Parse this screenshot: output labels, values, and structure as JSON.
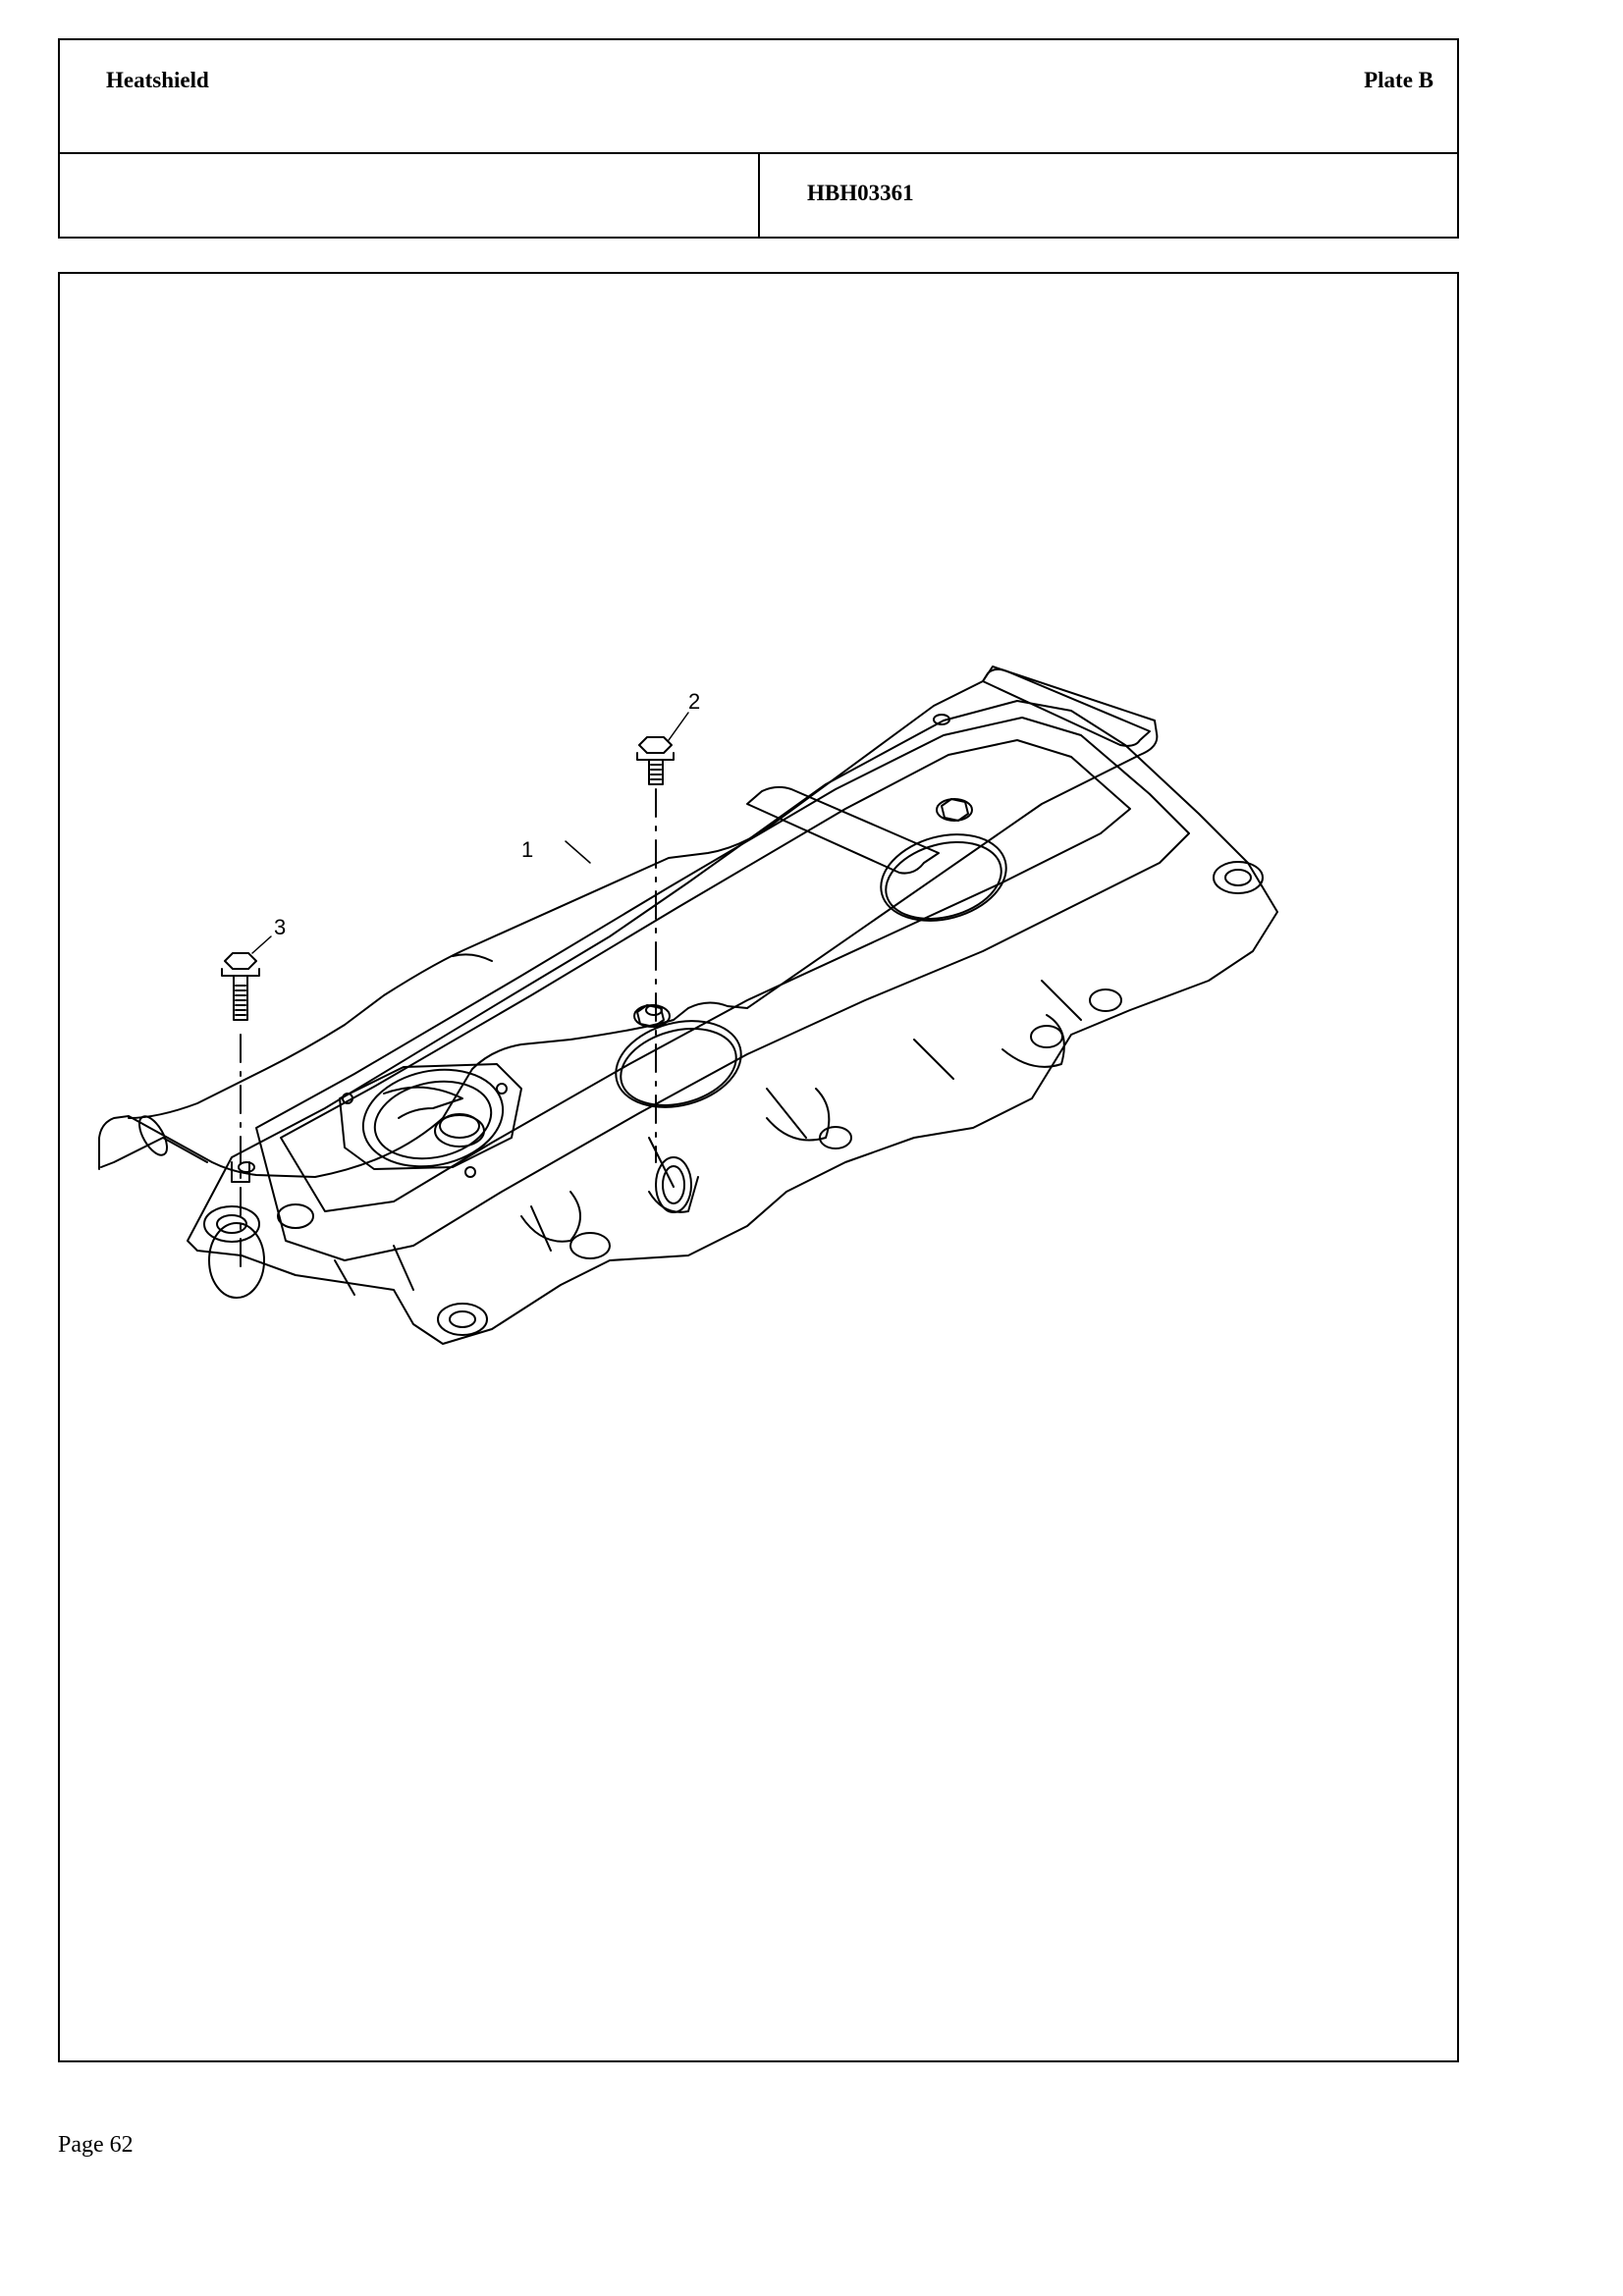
{
  "header": {
    "title": "Heatshield",
    "plate": "Plate B",
    "left_cell": "",
    "part_code": "HBH03361"
  },
  "figure": {
    "callouts": [
      "1",
      "2",
      "3"
    ]
  },
  "footer": {
    "page": "Page 62"
  }
}
